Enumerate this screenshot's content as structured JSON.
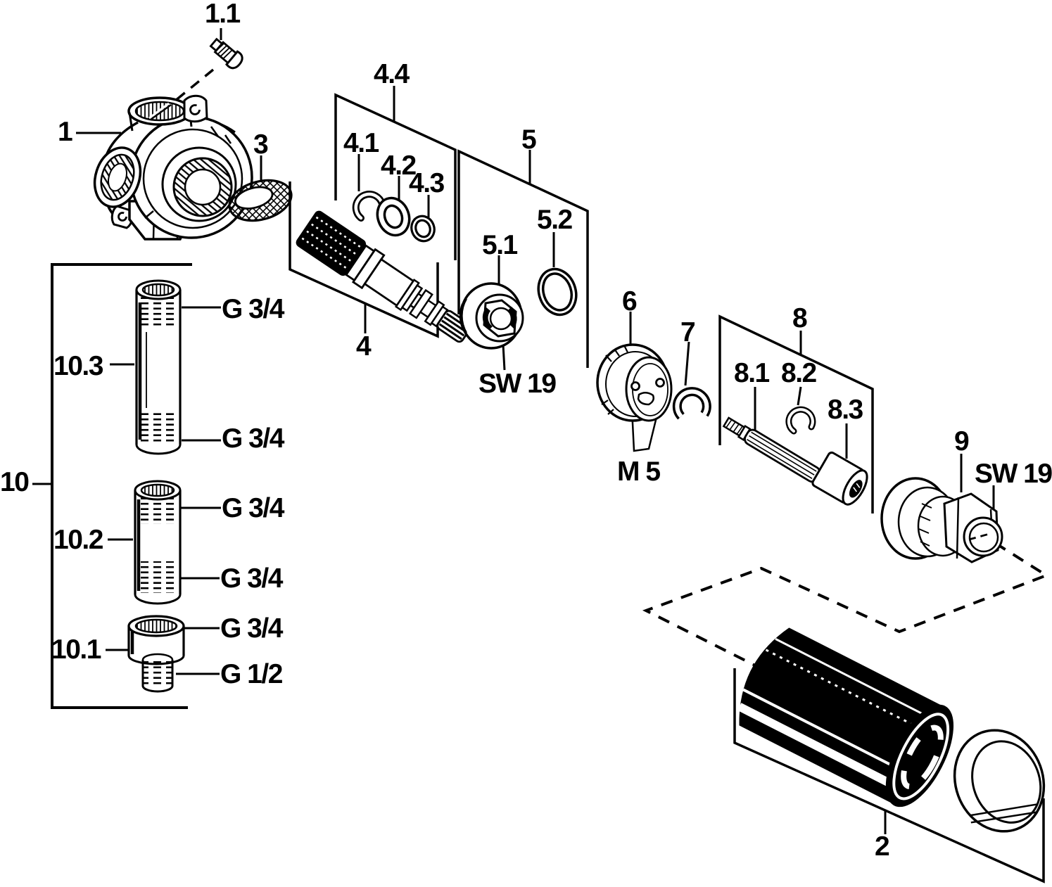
{
  "diagram_type": "exploded-parts-diagram",
  "colors": {
    "background": "#ffffff",
    "ink": "#000000"
  },
  "labels": {
    "p1": "1",
    "p1_1": "1.1",
    "p2": "2",
    "p3": "3",
    "p4": "4",
    "p4_1": "4.1",
    "p4_2": "4.2",
    "p4_3": "4.3",
    "p4_4": "4.4",
    "p5": "5",
    "p5_1": "5.1",
    "p5_2": "5.2",
    "p6": "6",
    "p7": "7",
    "p8": "8",
    "p8_1": "8.1",
    "p8_2": "8.2",
    "p8_3": "8.3",
    "p9": "9",
    "p10": "10",
    "p10_1": "10.1",
    "p10_2": "10.2",
    "p10_3": "10.3",
    "sw19_plug": "SW 19",
    "sw19_adapter": "SW 19",
    "m5": "M 5",
    "g34_103_top": "G 3/4",
    "g34_103_bottom": "G 3/4",
    "g34_102_top": "G 3/4",
    "g34_102_bottom": "G 3/4",
    "g34_101": "G 3/4",
    "g12_101": "G 1/2"
  }
}
